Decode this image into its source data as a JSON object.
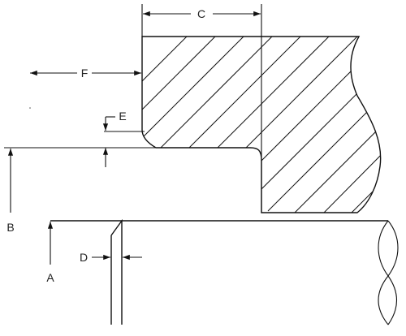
{
  "diagram": {
    "labels": {
      "A": "A",
      "B": "B",
      "C": "C",
      "D": "D",
      "E": "E",
      "F": "F"
    }
  }
}
